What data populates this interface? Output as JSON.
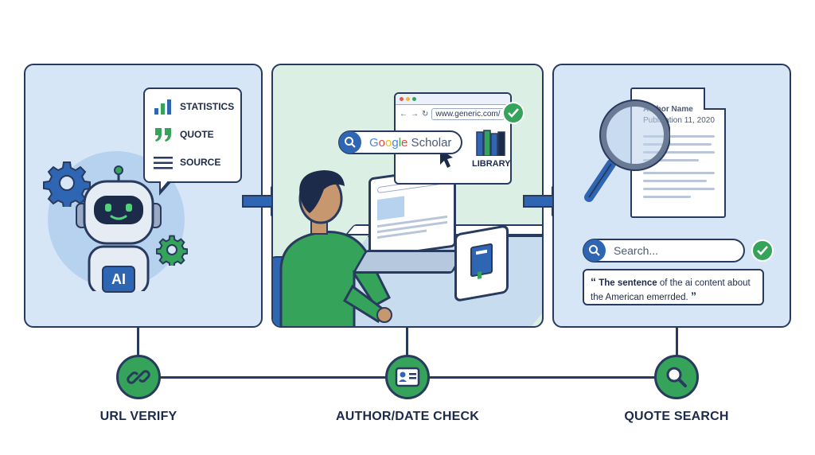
{
  "panel1": {
    "bubble_items": [
      {
        "label": "STATISTICS",
        "icon": "bar-chart-icon"
      },
      {
        "label": "QUOTE",
        "icon": "quote-marks-icon"
      },
      {
        "label": "SOURCE",
        "icon": "text-lines-icon"
      }
    ],
    "robot_badge": "AI"
  },
  "panel2": {
    "url": "www.generic.com/",
    "scholar_label": {
      "g1": "G",
      "o1": "o",
      "o2": "o",
      "g2": "g",
      "l": "l",
      "e": "e",
      "rest": " Scholar"
    },
    "library_label": "LIBRARY"
  },
  "panel3": {
    "doc_author": "Author Name",
    "doc_date": "Publication 11, 2020",
    "search_placeholder": "Search...",
    "quote_bold": "The sentence",
    "quote_rest": " of the ai content about the American emerrded."
  },
  "steps": [
    {
      "label": "URL VERIFY",
      "icon": "link-icon"
    },
    {
      "label": "AUTHOR/DATE CHECK",
      "icon": "id-card-icon"
    },
    {
      "label": "QUOTE SEARCH",
      "icon": "magnifier-icon"
    }
  ],
  "colors": {
    "navy": "#283a5e",
    "green": "#35a35a",
    "blue": "#2f66b4",
    "panel_blue": "#d7e6f6",
    "panel_green": "#dcefe4"
  }
}
